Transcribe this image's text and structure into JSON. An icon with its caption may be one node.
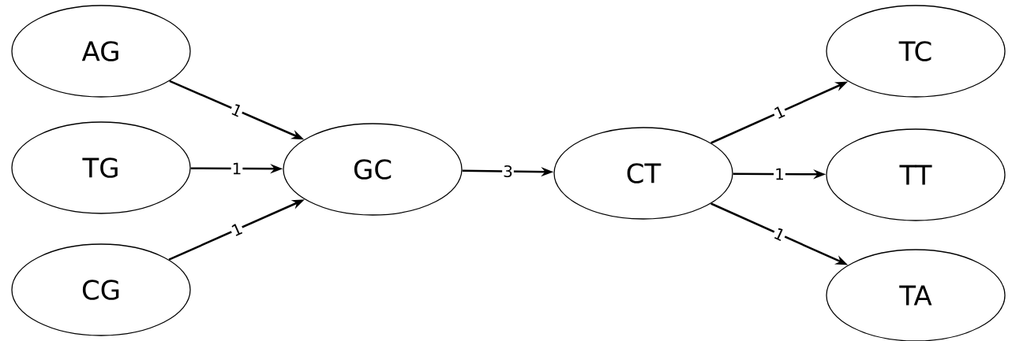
{
  "diagram": {
    "nodes": [
      {
        "text": [
          "AG"
        ]
      },
      {
        "text": [
          "TG"
        ]
      },
      {
        "text": [
          "CG"
        ]
      },
      {
        "text": [
          "GC"
        ]
      },
      {
        "text": [
          "CT"
        ]
      },
      {
        "text": [
          "TC"
        ]
      },
      {
        "text": [
          "TT"
        ]
      },
      {
        "text": [
          "TA"
        ]
      }
    ],
    "edges": [
      {
        "from": 0,
        "to": 3,
        "arrow": "to",
        "label": "1"
      },
      {
        "from": 1,
        "to": 3,
        "arrow": "to",
        "label": "1"
      },
      {
        "from": 2,
        "to": 3,
        "arrow": "to",
        "label": "1"
      },
      {
        "from": 3,
        "to": 4,
        "arrow": "to",
        "label": "3"
      },
      {
        "from": 4,
        "to": 5,
        "arrow": "to",
        "label": "1"
      },
      {
        "from": 4,
        "to": 6,
        "arrow": "to",
        "label": "1"
      },
      {
        "from": 4,
        "to": 7,
        "arrow": "to",
        "label": "1"
      }
    ]
  }
}
